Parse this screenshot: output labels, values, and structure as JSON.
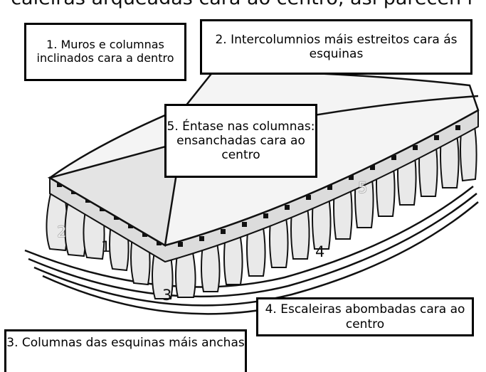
{
  "header": {
    "partial_text": "caleiras arqueadas cara ao centro, así parecen r"
  },
  "labels": {
    "box1": "1. Muros e columnas inclinados cara a dentro",
    "box2": "2. Intercolumnios máis estreitos cara ás esquinas",
    "box3": "3. Columnas das esquinas máis anchas",
    "box4": "4. Escaleiras abombadas cara ao centro",
    "box5": "5. Éntase nas columnas: ensanchadas cara ao centro"
  },
  "markers": {
    "m1": "1",
    "m2": "2",
    "m3": "3",
    "m4": "4",
    "m5": "5"
  }
}
